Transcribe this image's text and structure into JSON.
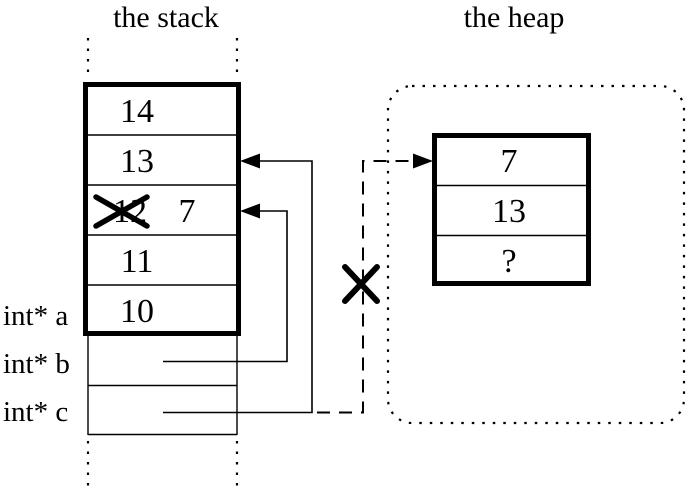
{
  "stack": {
    "title": "the stack",
    "rows": {
      "r1": "14",
      "r2": "13",
      "r3_old": "12",
      "r3_new": "7",
      "r4": "11",
      "r5": "10"
    },
    "pointers": {
      "a": "int* a",
      "b": "int* b",
      "c": "int* c"
    }
  },
  "heap": {
    "title": "the heap",
    "rows": {
      "r1": "7",
      "r2": "13",
      "r3": "?"
    }
  },
  "colors": {
    "ink": "#000000",
    "background": "#ffffff"
  }
}
